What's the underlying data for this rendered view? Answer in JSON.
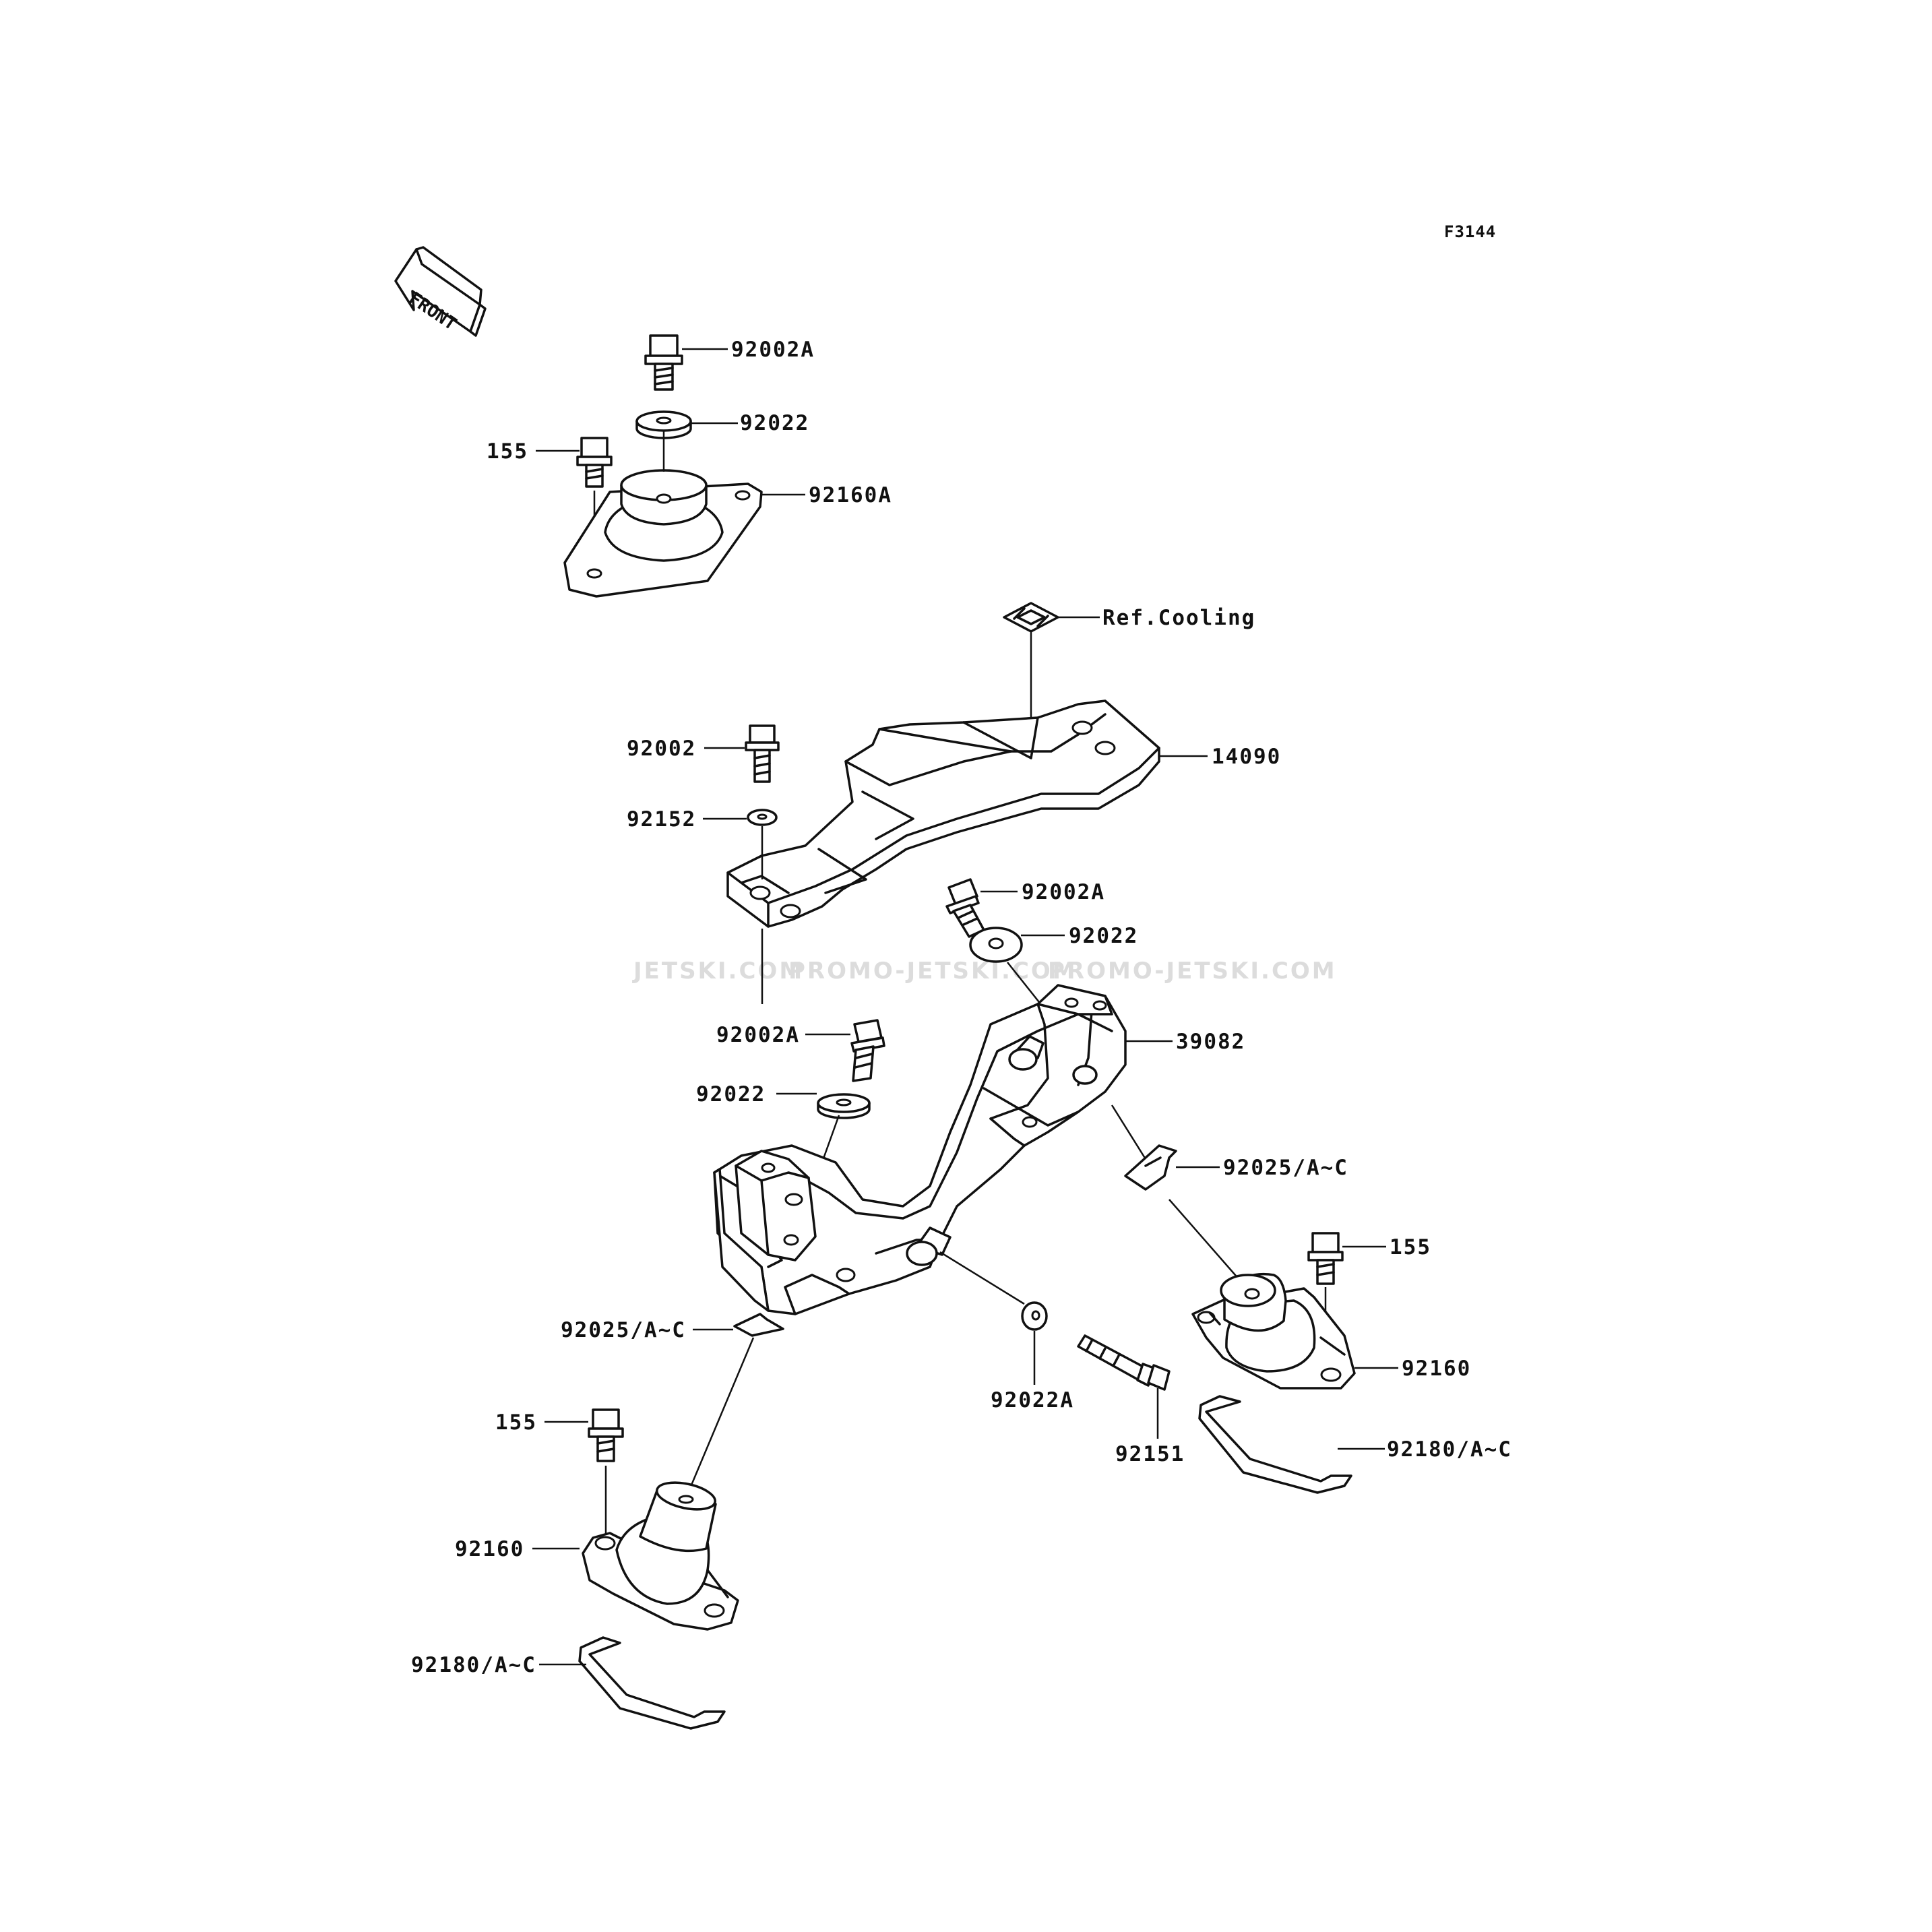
{
  "diagram_code": "F3144",
  "front_indicator": "FRONT",
  "watermarks": [
    "JETSKI.COM",
    "PROMO-JETSKI.COM",
    "PROMO-JETSKI.COM"
  ],
  "callouts": {
    "bolt_top": "92002A",
    "washer_top": "92022",
    "bolt_155_top": "155",
    "mount_top": "92160A",
    "ref_cooling": "Ref.Cooling",
    "bolt_92002": "92002",
    "bracket_14090": "14090",
    "washer_92152": "92152",
    "bolt_mid_right": "92002A",
    "washer_mid_right": "92022",
    "bolt_mid_left": "92002A",
    "bracket_39082": "39082",
    "washer_mid_left": "92022",
    "shim_right": "92025/A~C",
    "bolt_155_right": "155",
    "shim_left": "92025/A~C",
    "mount_right": "92160",
    "washer_92022A": "92022A",
    "bolt_92151": "92151",
    "bolt_155_left": "155",
    "plate_right": "92180/A~C",
    "mount_left": "92160",
    "plate_left": "92180/A~C"
  }
}
